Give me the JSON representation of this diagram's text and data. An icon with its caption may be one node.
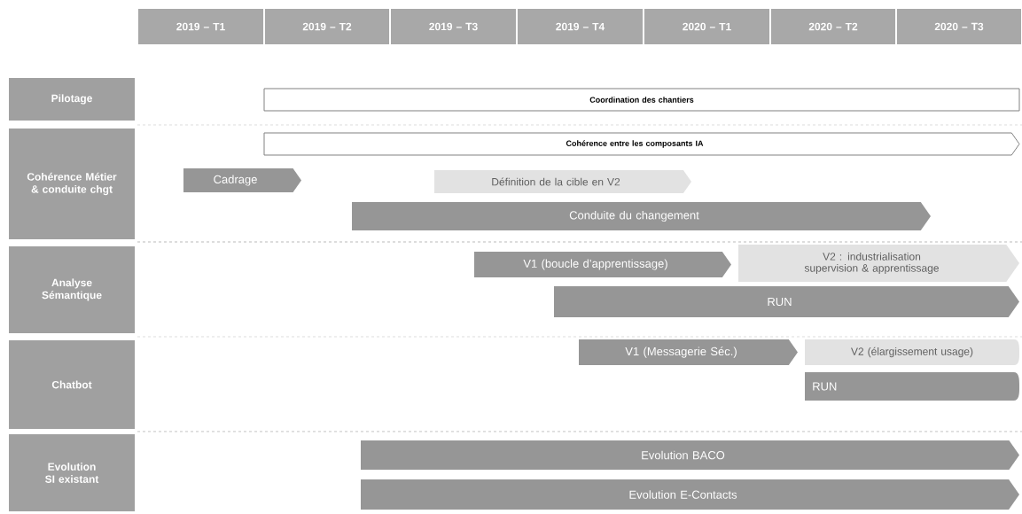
{
  "diagram": {
    "nodes": [
      {
        "text": [
          "2019 – T1"
        ]
      },
      {
        "text": [
          "2019 – T2"
        ]
      },
      {
        "text": [
          "2019 – T3"
        ]
      },
      {
        "text": [
          "2019 – T4"
        ]
      },
      {
        "text": [
          "2020 – T1"
        ]
      },
      {
        "text": [
          "2020 – T2"
        ]
      },
      {
        "text": [
          "2020 – T3"
        ]
      },
      {
        "text": [
          "Pilotage"
        ]
      },
      {
        "text": [
          "Cohérence Métier & conduite chgt"
        ]
      },
      {
        "text": [
          "Analyse Sémantique"
        ]
      },
      {
        "text": [
          "Chatbot"
        ]
      },
      {
        "text": [
          "Evolution SI existant"
        ]
      },
      {
        "text": [
          "Coordination des chantiers"
        ]
      },
      {
        "text": [
          "Cohérence entre les composants IA"
        ]
      },
      {
        "text": [
          "Cadrage"
        ]
      },
      {
        "text": [
          "Définition de la cible en V2"
        ]
      },
      {
        "text": [
          "Conduite du changement"
        ]
      },
      {
        "text": [
          "V1 (boucle d’apprentissage)"
        ]
      },
      {
        "text": [
          "V2 : industrialisation supervision & apprentissage"
        ]
      },
      {
        "text": [
          "RUN"
        ]
      },
      {
        "text": [
          "V1 (Messagerie Séc.)"
        ]
      },
      {
        "text": [
          "V2 (élargissement usage)"
        ]
      },
      {
        "text": [
          "RUN"
        ]
      },
      {
        "text": [
          "Evolution BACO"
        ]
      },
      {
        "text": [
          "Evolution E-Contacts"
        ]
      }
    ]
  }
}
